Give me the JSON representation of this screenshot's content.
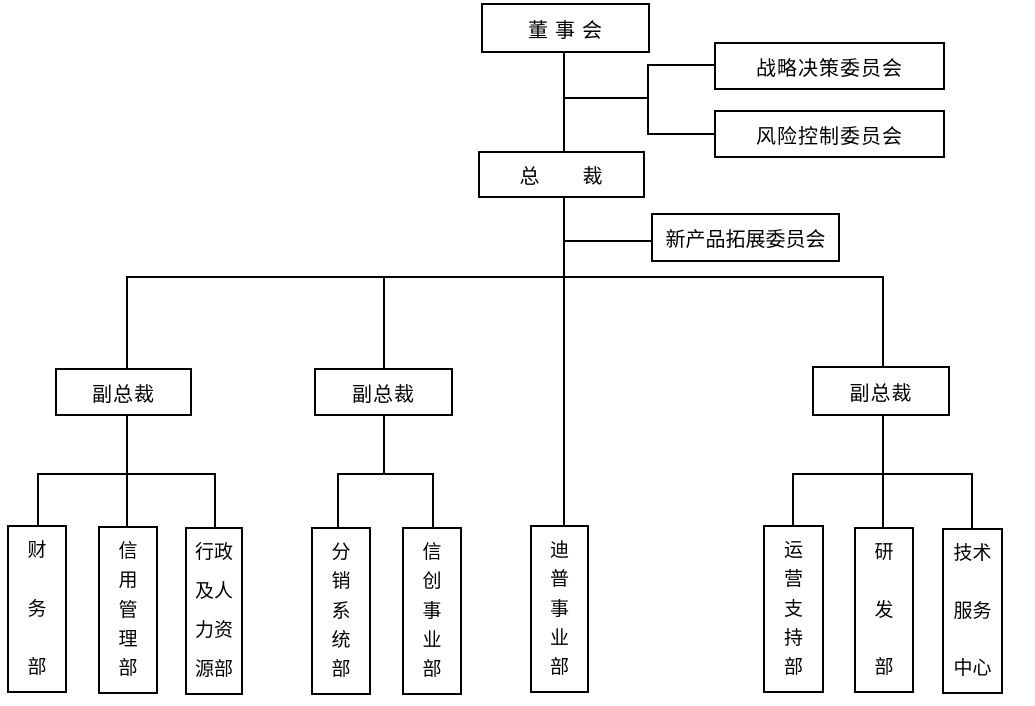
{
  "org_chart": {
    "colors": {
      "line": "#000000",
      "background": "#ffffff",
      "text": "#000000"
    },
    "nodes": {
      "board": {
        "label": "董 事 会"
      },
      "strategy_committee": {
        "label": "战略决策委员会"
      },
      "risk_committee": {
        "label": "风险控制委员会"
      },
      "president": {
        "label": "总　　裁"
      },
      "new_product_committee": {
        "label": "新产品拓展委员会"
      },
      "vp_left": {
        "label": "副总裁"
      },
      "vp_middle": {
        "label": "副总裁"
      },
      "vp_right": {
        "label": "副总裁"
      },
      "finance_dept": {
        "label": "财务部",
        "lines": [
          "财",
          "务",
          "部"
        ]
      },
      "credit_mgmt_dept": {
        "label": "信用管理部",
        "lines": [
          "信",
          "用",
          "管",
          "理",
          "部"
        ]
      },
      "admin_hr_dept": {
        "label": "行政及人力资源部",
        "lines": [
          "行政",
          "及人",
          "力资",
          "源部"
        ]
      },
      "distribution_system_dept": {
        "label": "分销系统部",
        "lines": [
          "分",
          "销",
          "系",
          "统",
          "部"
        ]
      },
      "xinchuang_business_dept": {
        "label": "信创事业部",
        "lines": [
          "信",
          "创",
          "事",
          "业",
          "部"
        ]
      },
      "dipu_business_dept": {
        "label": "迪普事业部",
        "lines": [
          "迪",
          "普",
          "事",
          "业",
          "部"
        ]
      },
      "operations_support_dept": {
        "label": "运营支持部",
        "lines": [
          "运",
          "营",
          "支",
          "持",
          "部"
        ]
      },
      "rnd_dept": {
        "label": "研发部",
        "lines": [
          "研",
          "发",
          "部"
        ]
      },
      "tech_service_center": {
        "label": "技术服务中心",
        "lines": [
          "技术",
          "服务",
          "中心"
        ]
      }
    }
  }
}
